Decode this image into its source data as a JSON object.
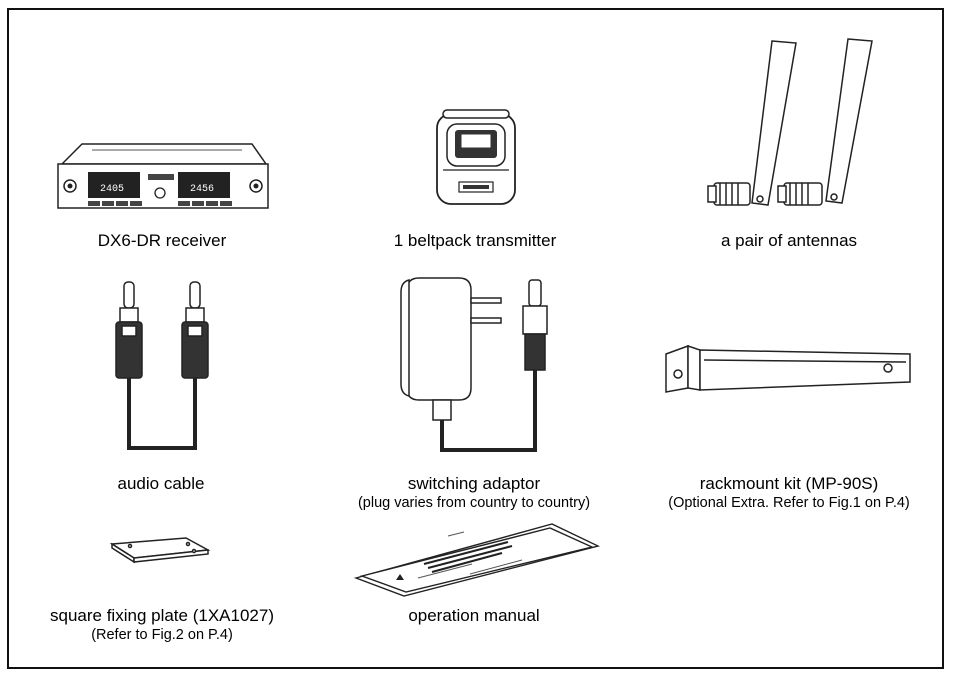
{
  "items": {
    "receiver": {
      "label": "DX6-DR receiver",
      "display_left": "2405",
      "display_right": "2456"
    },
    "beltpack": {
      "label": "1 beltpack transmitter"
    },
    "antennas": {
      "label": "a pair of antennas"
    },
    "audio_cable": {
      "label": "audio cable"
    },
    "adaptor": {
      "label": "switching adaptor",
      "note": "(plug varies from country to country)"
    },
    "rackmount": {
      "label": "rackmount kit (MP-90S)",
      "note": "(Optional Extra. Refer to Fig.1 on P.4)"
    },
    "plate": {
      "label": "square fixing plate (1XA1027)",
      "note": "(Refer to Fig.2 on P.4)"
    },
    "manual": {
      "label": "operation manual"
    }
  }
}
